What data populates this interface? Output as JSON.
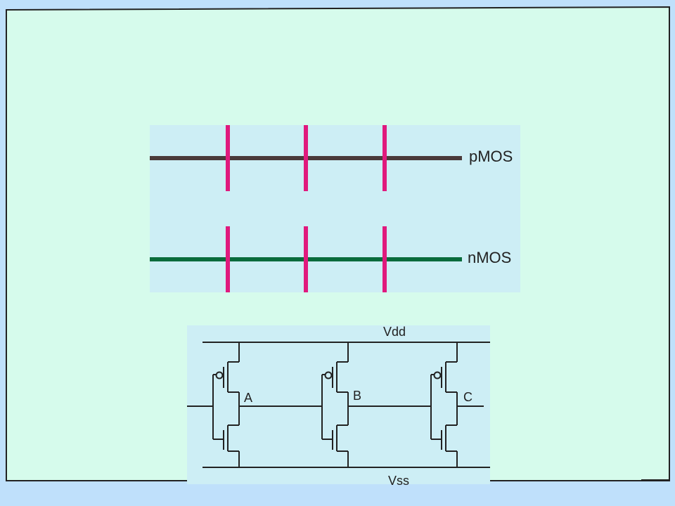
{
  "colors": {
    "page_bg": "#bfe0fb",
    "slide_bg": "#d6fbec",
    "panel_bg": "#cdeef5",
    "pmos_line": "#4a3a3a",
    "nmos_line": "#0a6b3c",
    "gate_line": "#e0197d",
    "wire": "#222222"
  },
  "layout_diagram": {
    "pmos_label": "pMOS",
    "nmos_label": "nMOS"
  },
  "schematic": {
    "vdd_label": "Vdd",
    "vss_label": "Vss",
    "node_labels": [
      "A",
      "B",
      "C"
    ]
  }
}
